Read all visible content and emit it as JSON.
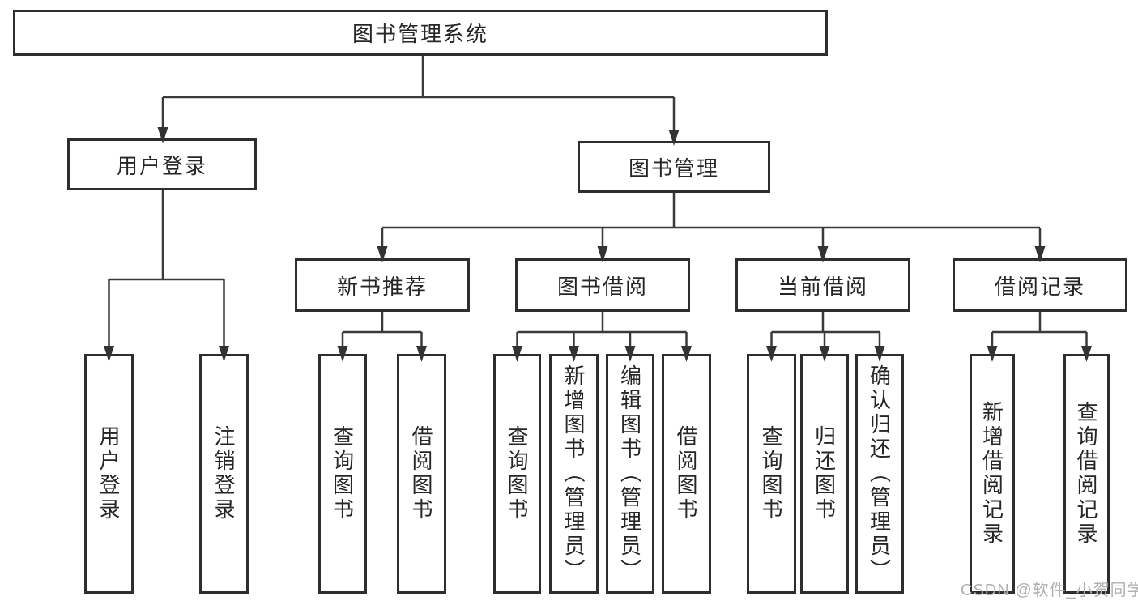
{
  "colors": {
    "background": "#ffffff",
    "box_border": "#2e2e2e",
    "connector_line": "#3a3a3a",
    "arrowhead": "#333333",
    "text": "#262626",
    "watermark": "#b0b0b0"
  },
  "tree": {
    "root": {
      "label": "图书管理系统"
    },
    "branches": [
      {
        "label": "用户登录",
        "children": [
          {
            "label": "用户登录"
          },
          {
            "label": "注销登录"
          }
        ]
      },
      {
        "label": "图书管理",
        "children": [
          {
            "label": "新书推荐",
            "children": [
              {
                "label": "查询图书"
              },
              {
                "label": "借阅图书"
              }
            ]
          },
          {
            "label": "图书借阅",
            "children": [
              {
                "label": "查询图书"
              },
              {
                "label": "新增图书（管理员）"
              },
              {
                "label": "编辑图书（管理员）"
              },
              {
                "label": "借阅图书"
              }
            ]
          },
          {
            "label": "当前借阅",
            "children": [
              {
                "label": "查询图书"
              },
              {
                "label": "归还图书"
              },
              {
                "label": "确认归还（管理员）"
              }
            ]
          },
          {
            "label": "借阅记录",
            "children": [
              {
                "label": "新增借阅记录"
              },
              {
                "label": "查询借阅记录"
              }
            ]
          }
        ]
      }
    ]
  },
  "watermark": {
    "text": "CSDN @软件_小贺同学"
  }
}
